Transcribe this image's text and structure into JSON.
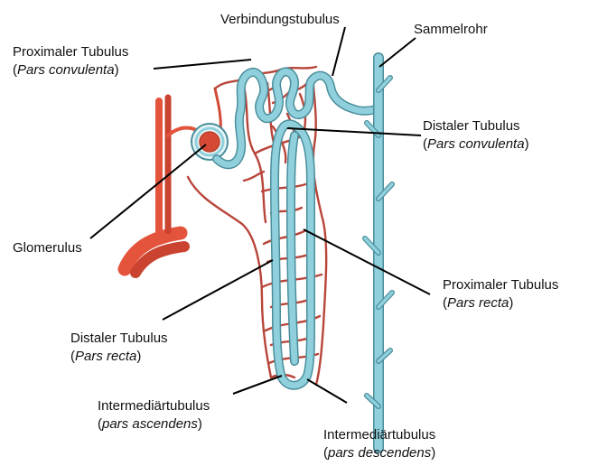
{
  "labels": {
    "verbindungstubulus": {
      "name": "Verbindungstubulus"
    },
    "sammelrohr": {
      "name": "Sammelrohr"
    },
    "proximal_convoluted": {
      "name": "Proximaler Tubulus",
      "open": "(",
      "part": "Pars convulenta",
      "close": ")"
    },
    "distal_convoluted": {
      "name": "Distaler Tubulus",
      "open": "(",
      "part": "Pars convulenta",
      "close": ")"
    },
    "glomerulus": {
      "name": "Glomerulus"
    },
    "proximal_straight": {
      "name": "Proximaler Tubulus",
      "open": "(",
      "part": "Pars recta",
      "close": ")"
    },
    "distal_straight": {
      "name": "Distaler Tubulus",
      "open": "(",
      "part": "Pars recta",
      "close": ")"
    },
    "intermediate_ascending": {
      "name": "Intermediärtubulus",
      "open": "(",
      "part": "pars ascendens",
      "close": ")"
    },
    "intermediate_descending": {
      "name": "Intermediärtubulus",
      "open": "(",
      "part": "pars descendens",
      "close": ")"
    }
  },
  "colors": {
    "tubule": "#8fd0dc",
    "tubule_edge": "#4a8e9b",
    "vessel": "#e4543c",
    "vessel_dark": "#b8402a",
    "capillary": "#b8453a",
    "line": "#000000"
  }
}
